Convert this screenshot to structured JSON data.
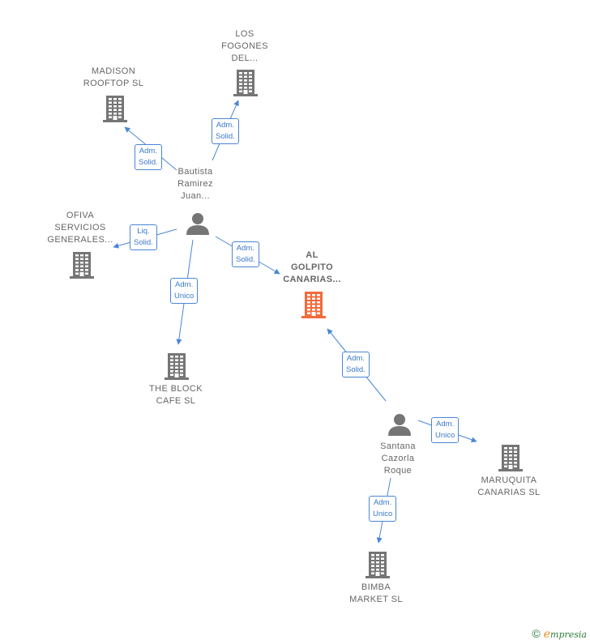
{
  "nodes": {
    "madison": {
      "label_lines": [
        "MADISON",
        "ROOFTOP  SL"
      ],
      "type": "company"
    },
    "fogones": {
      "label_lines": [
        "LOS",
        "FOGONES",
        "DEL..."
      ],
      "type": "company"
    },
    "ofiva": {
      "label_lines": [
        "OFIVA",
        "SERVICIOS",
        "GENERALES..."
      ],
      "type": "company"
    },
    "golpito": {
      "label_lines": [
        "AL",
        "GOLPITO",
        "CANARIAS..."
      ],
      "type": "company-focus"
    },
    "block": {
      "label_lines": [
        "THE BLOCK",
        "CAFE  SL"
      ],
      "type": "company"
    },
    "maruquita": {
      "label_lines": [
        "MARUQUITA",
        "CANARIAS  SL"
      ],
      "type": "company"
    },
    "bimba": {
      "label_lines": [
        "BIMBA",
        "MARKET  SL"
      ],
      "type": "company"
    },
    "bautista": {
      "label_lines": [
        "Bautista",
        "Ramirez",
        "Juan..."
      ],
      "type": "person"
    },
    "santana": {
      "label_lines": [
        "Santana",
        "Cazorla",
        "Roque"
      ],
      "type": "person"
    }
  },
  "relations": [
    {
      "from": "bautista",
      "to": "madison",
      "label_lines": [
        "Adm.",
        "Solid."
      ]
    },
    {
      "from": "bautista",
      "to": "fogones",
      "label_lines": [
        "Adm.",
        "Solid."
      ]
    },
    {
      "from": "bautista",
      "to": "ofiva",
      "label_lines": [
        "Liq.",
        "Solid."
      ]
    },
    {
      "from": "bautista",
      "to": "golpito",
      "label_lines": [
        "Adm.",
        "Solid."
      ]
    },
    {
      "from": "bautista",
      "to": "block",
      "label_lines": [
        "Adm.",
        "Unico"
      ]
    },
    {
      "from": "santana",
      "to": "golpito",
      "label_lines": [
        "Adm.",
        "Solid."
      ]
    },
    {
      "from": "santana",
      "to": "maruquita",
      "label_lines": [
        "Adm.",
        "Unico"
      ]
    },
    {
      "from": "santana",
      "to": "bimba",
      "label_lines": [
        "Adm.",
        "Unico"
      ]
    }
  ],
  "colors": {
    "edge": "#4a86d6",
    "company_icon": "#757575",
    "focus_icon": "#f26b3a",
    "person_icon": "#757575",
    "label_text": "#666666"
  },
  "icons": {
    "company": "building-icon",
    "person": "person-icon",
    "watermark": "copyright-icon"
  },
  "watermark": {
    "symbol": "©",
    "brand_initial": "e",
    "brand_rest": "mpresia"
  }
}
